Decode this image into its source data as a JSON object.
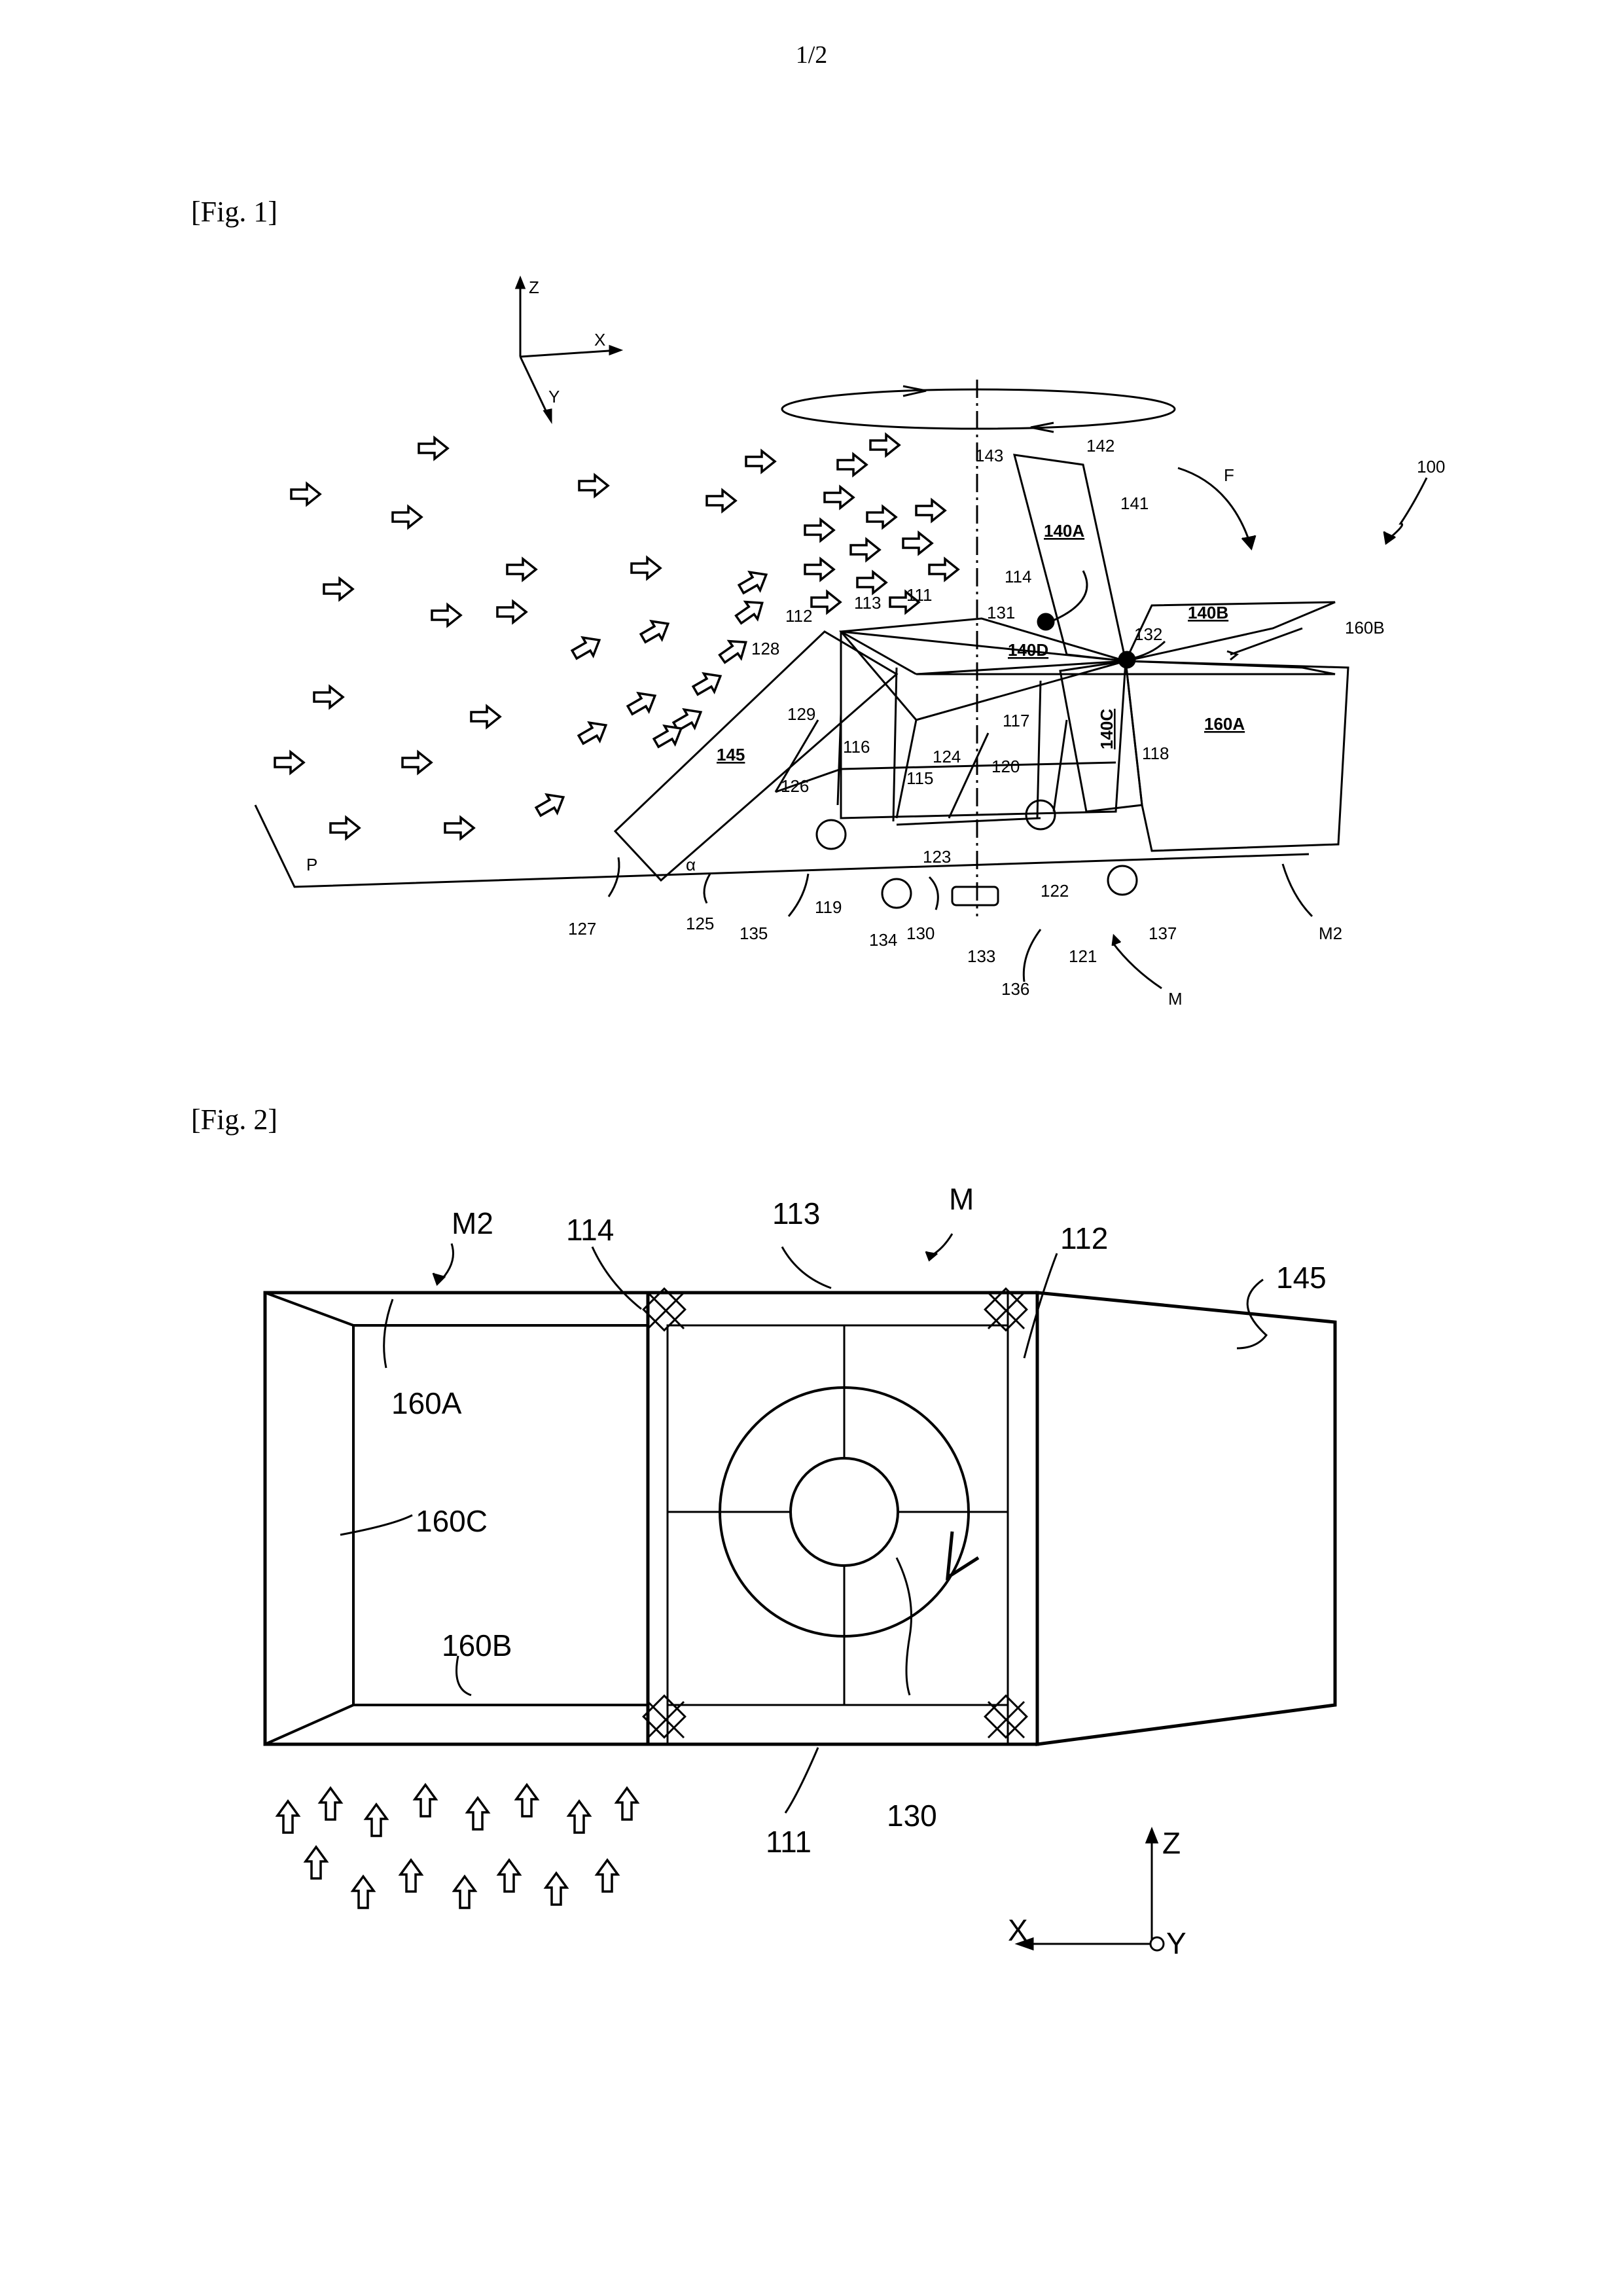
{
  "page_number": "1/2",
  "fig1": {
    "caption": "[Fig. 1]",
    "axes": {
      "z": "Z",
      "x": "X",
      "y": "Y"
    },
    "labels": {
      "l100": "100",
      "lF": "F",
      "l142": "142",
      "l143": "143",
      "l141": "141",
      "l140A": "140A",
      "l140B": "140B",
      "l160B": "160B",
      "l114": "114",
      "l131": "131",
      "l132": "132",
      "l111": "111",
      "l113": "113",
      "l112": "112",
      "l140D": "140D",
      "l128": "128",
      "l129": "129",
      "l116": "116",
      "l117": "117",
      "l140C": "140C",
      "l160A": "160A",
      "l118": "118",
      "l145": "145",
      "l124": "124",
      "l120": "120",
      "l115": "115",
      "l126": "126",
      "l123": "123",
      "l122": "122",
      "lP": "P",
      "lalpha": "α",
      "l119": "119",
      "l127": "127",
      "l125": "125",
      "l135": "135",
      "l134": "134",
      "l130": "130",
      "l133": "133",
      "l136": "136",
      "l121": "121",
      "l137": "137",
      "lM2": "M2",
      "lM": "M"
    }
  },
  "fig2": {
    "caption": "[Fig. 2]",
    "axes": {
      "z": "Z",
      "x": "X",
      "y": "Y"
    },
    "labels": {
      "lM2": "M2",
      "l114": "114",
      "l113": "113",
      "lM": "M",
      "l112": "112",
      "l145": "145",
      "l160A": "160A",
      "l160C": "160C",
      "l160B": "160B",
      "l111": "111",
      "l130": "130"
    }
  },
  "icons": {
    "flow_arrow": "hollow-arrow-icon",
    "rotor_arrow": "rotation-arrow-icon"
  }
}
